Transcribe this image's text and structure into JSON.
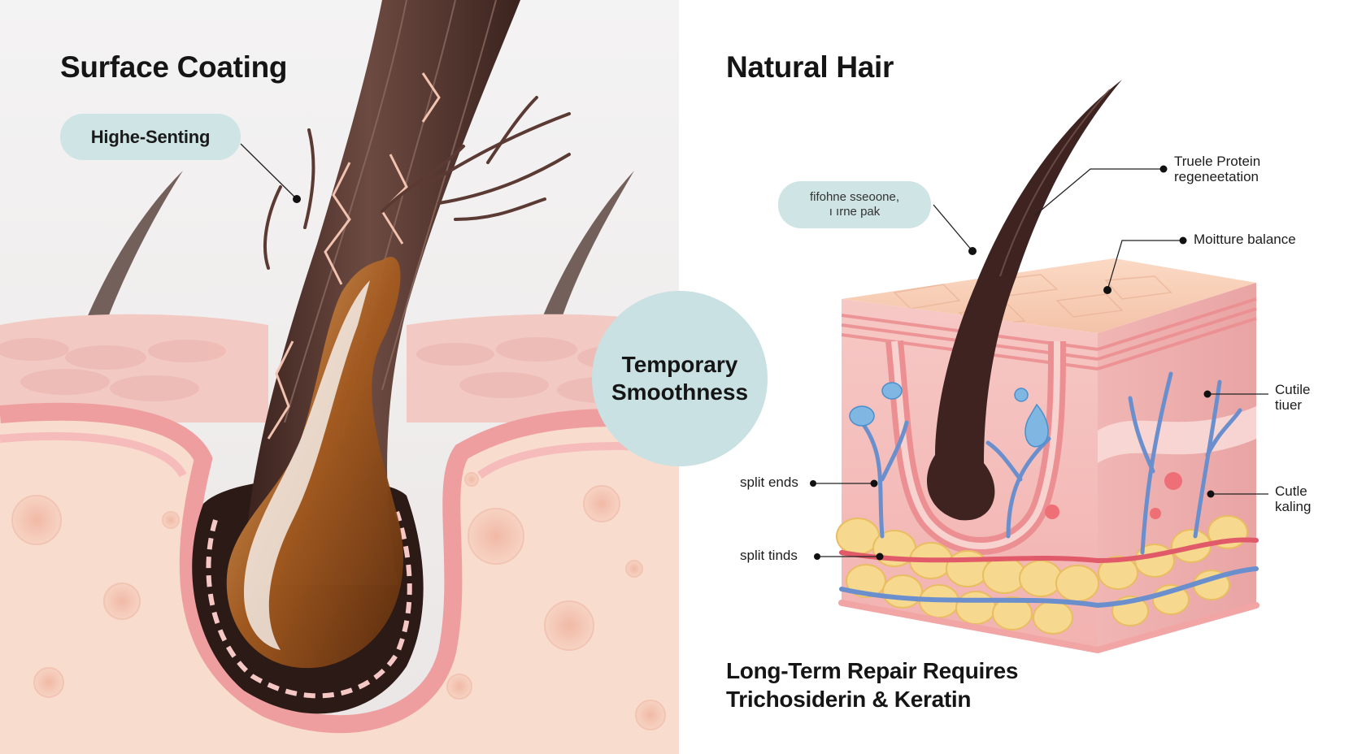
{
  "colors": {
    "background_left": "#f1efef",
    "background_right": "#ffffff",
    "pill": "#cfe4e4",
    "center_circle": "#c9e1e2",
    "hair_dark": "#4a2c26",
    "coating_amber": "#b86e2a",
    "skin_pink": "#f2b7b3",
    "fat_yellow": "#f5d889",
    "vessel_blue": "#6b8fcc",
    "droplet_blue": "#7fb6e2"
  },
  "left_panel": {
    "heading": "Surface Coating",
    "pill_label": "Highe-Senting"
  },
  "center": {
    "circle_line1": "Temporary",
    "circle_line2": "Smoothness"
  },
  "right_panel": {
    "heading": "Natural Hair",
    "pill_line1": "fifohne sseoone,",
    "pill_line2": "ı ırne pak",
    "callouts": {
      "protein_line1": "Truele Protein",
      "protein_line2": "regeneetation",
      "moisture": "Moitture balance",
      "cutile_tiuer_line1": "Cutile",
      "cutile_tiuer_line2": "tiuer",
      "cutle_kaling_line1": "Cutle",
      "cutle_kaling_line2": "kaling",
      "split_ends": "split ends",
      "split_tinds": "split tinds"
    },
    "footer_line1": "Long-Term Repair Requires",
    "footer_line2": "Trichosiderin & Keratin"
  }
}
